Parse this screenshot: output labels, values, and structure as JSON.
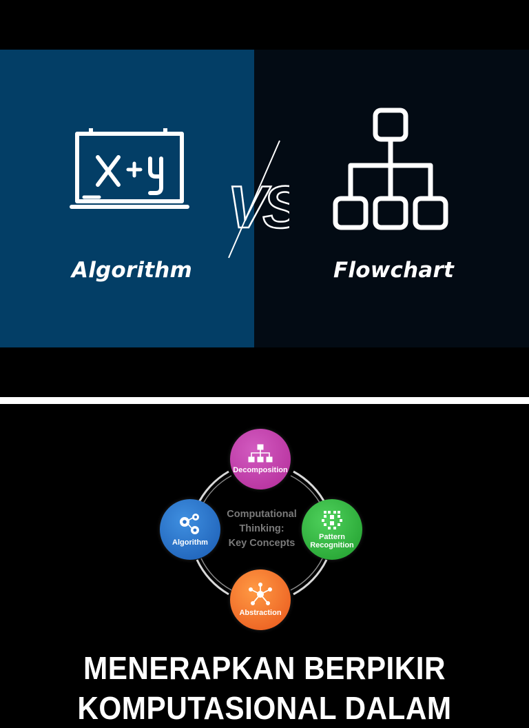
{
  "banner": {
    "left_label": "Algorithm",
    "right_label": "Flowchart",
    "vs_text": "VS",
    "icons": {
      "left": "formula-board-icon",
      "right": "flowchart-icon"
    },
    "colors": {
      "left_bg": "#033e66",
      "right_bg": "#030b14",
      "text": "#ffffff"
    }
  },
  "diagram": {
    "center_lines": [
      "Computational",
      "Thinking:",
      "Key Concepts"
    ],
    "nodes": [
      {
        "id": "decomposition",
        "label": "Decomposition",
        "icon": "hierarchy-icon",
        "color": "#c43aa8"
      },
      {
        "id": "pattern",
        "label_lines": [
          "Pattern",
          "Recognition"
        ],
        "icon": "pattern-grid-icon",
        "color": "#2fb53c"
      },
      {
        "id": "abstraction",
        "label": "Abstraction",
        "icon": "network-node-icon",
        "color": "#f06a26"
      },
      {
        "id": "algorithm",
        "label": "Algorithm",
        "icon": "gears-icon",
        "color": "#2a73c9"
      }
    ]
  },
  "headline": {
    "line1": "MENERAPKAN BERPIKIR",
    "line2": "KOMPUTASIONAL DALAM"
  }
}
